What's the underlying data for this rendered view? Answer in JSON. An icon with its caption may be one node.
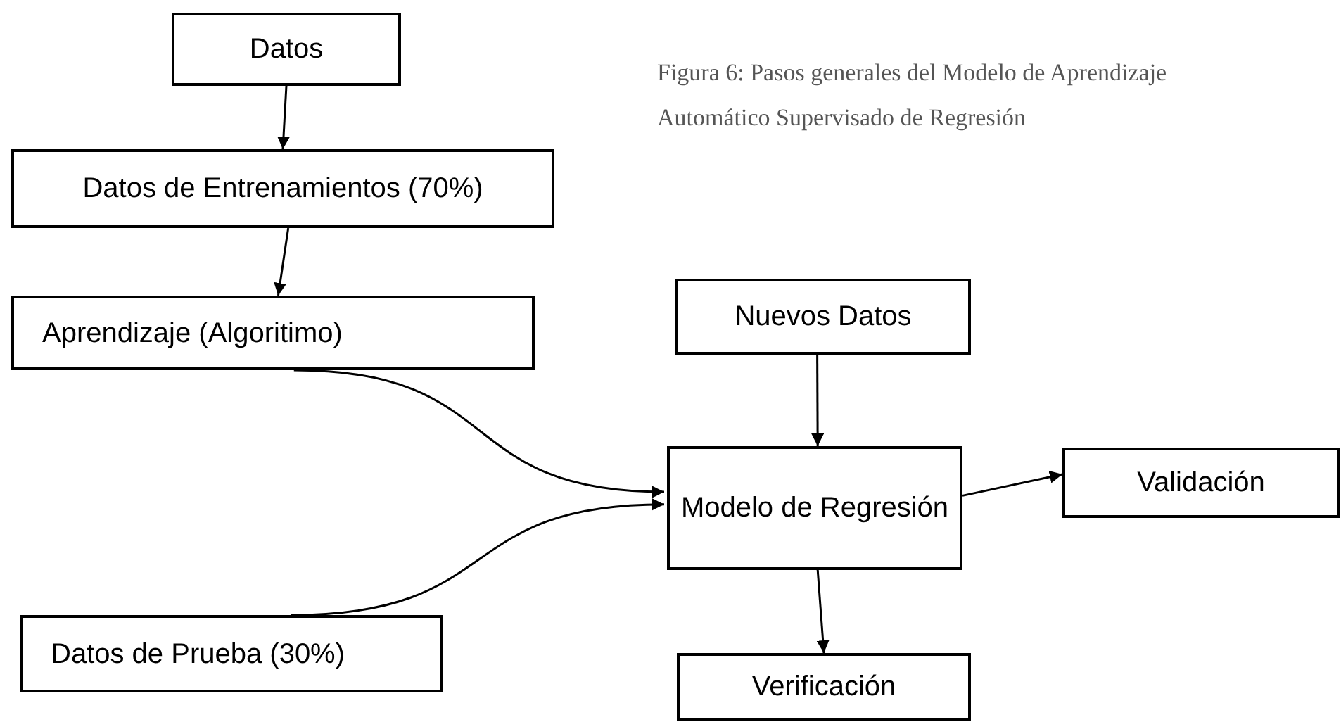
{
  "diagram": {
    "caption": "Figura 6: Pasos generales del Modelo de Aprendizaje Automático Supervisado de Regresión",
    "nodes": [
      {
        "text": [
          "Datos"
        ]
      },
      {
        "text": [
          "Datos de Entrenamientos (70%)"
        ]
      },
      {
        "text": [
          "Aprendizaje (Algoritimo)"
        ]
      },
      {
        "text": [
          "Nuevos Datos"
        ]
      },
      {
        "text": [
          "Modelo de Regresión"
        ]
      },
      {
        "text": [
          "Validación"
        ]
      },
      {
        "text": [
          "Datos de Prueba (30%)"
        ]
      },
      {
        "text": [
          "Verificación"
        ]
      }
    ],
    "edges": [
      {
        "from": 0,
        "to": 1,
        "arrow": "to"
      },
      {
        "from": 1,
        "to": 2,
        "arrow": "to"
      },
      {
        "from": 2,
        "to": 4,
        "arrow": "to"
      },
      {
        "from": 6,
        "to": 4,
        "arrow": "to"
      },
      {
        "from": 3,
        "to": 4,
        "arrow": "to"
      },
      {
        "from": 4,
        "to": 5,
        "arrow": "to"
      },
      {
        "from": 4,
        "to": 7,
        "arrow": "to"
      }
    ]
  }
}
